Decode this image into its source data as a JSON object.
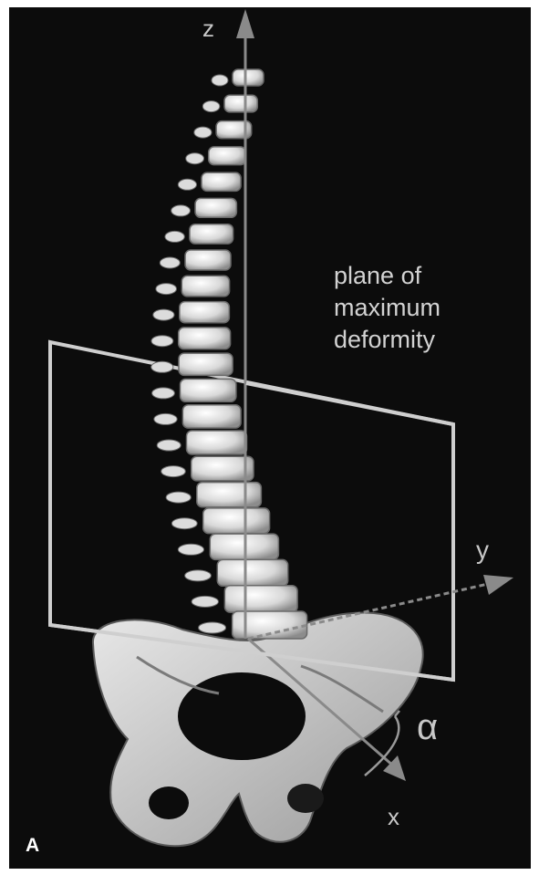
{
  "panel_label": "A",
  "plane_label": {
    "line1": "plane of",
    "line2": "maximum",
    "line3": "deformity"
  },
  "axes": {
    "z": "z",
    "y": "y",
    "x": "x",
    "angle": "α"
  },
  "colors": {
    "background": "#0c0c0c",
    "bone": "#e6e6e6",
    "plane_outline": "#cfcfcf",
    "axis": "#8a8a8a"
  }
}
